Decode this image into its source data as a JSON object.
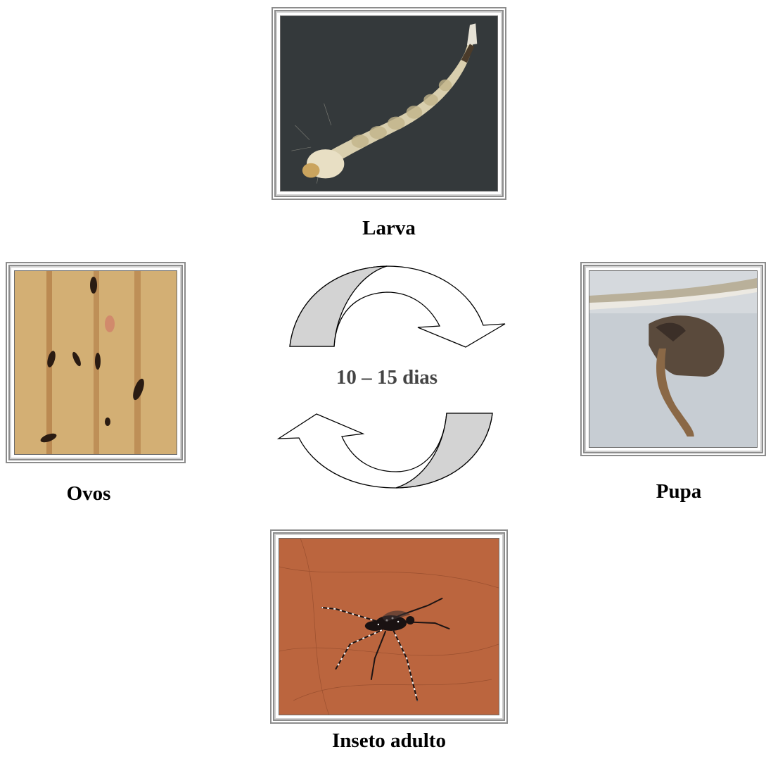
{
  "stages": {
    "larva": {
      "label": "Larva"
    },
    "pupa": {
      "label": "Pupa"
    },
    "eggs": {
      "label": "Ovos"
    },
    "adult": {
      "label": "Inseto adulto"
    }
  },
  "cycle": {
    "duration": "10 – 15 dias"
  },
  "colors": {
    "arrow_fill": "#d3d3d3",
    "arrow_stroke": "#000000",
    "frame": "#8c8c8c"
  }
}
